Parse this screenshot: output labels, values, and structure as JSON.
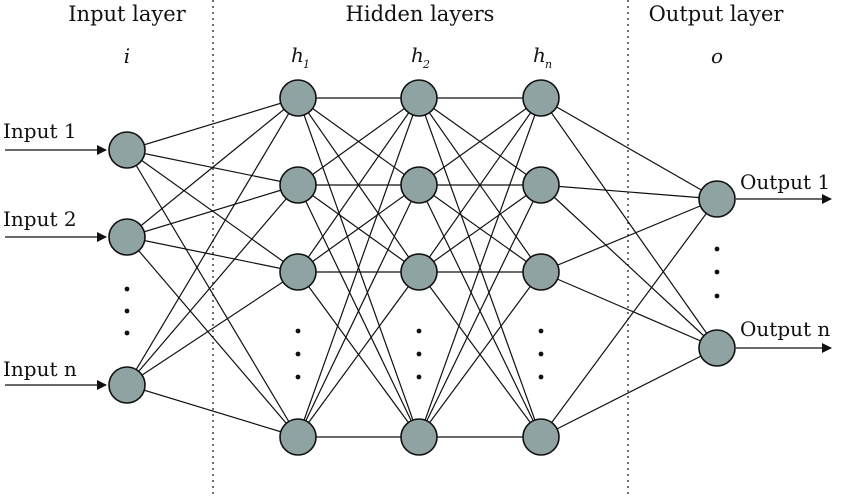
{
  "headers": {
    "input_layer": "Input layer",
    "hidden_layers": "Hidden layers",
    "output_layer": "Output layer"
  },
  "symbols": {
    "input": "i",
    "hidden_1": "h",
    "hidden_1_sub": "1",
    "hidden_2": "h",
    "hidden_2_sub": "2",
    "hidden_n": "h",
    "hidden_n_sub": "n",
    "output": "o"
  },
  "inputs": [
    "Input 1",
    "Input 2",
    "Input n"
  ],
  "outputs": [
    "Output 1",
    "Output n"
  ],
  "colors": {
    "node_fill": "#8fa3a3",
    "stroke": "#111111"
  }
}
